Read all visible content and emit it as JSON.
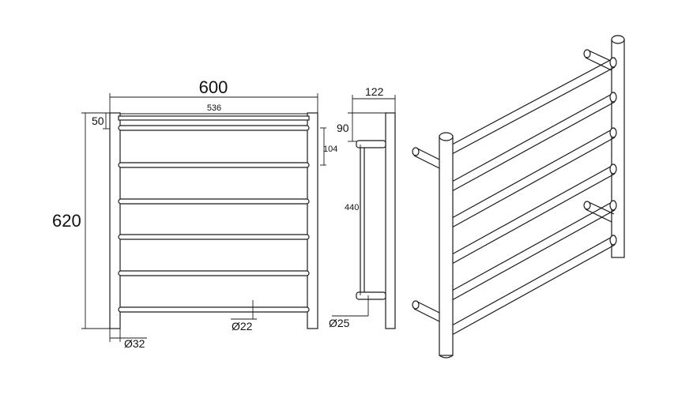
{
  "dimensions": {
    "overall_width": "600",
    "inner_width": "536",
    "overall_height": "620",
    "top_offset": "50",
    "bar_spacing": "104",
    "bar_diameter": "Ø22",
    "side_rail_diameter": "Ø32",
    "depth": "122",
    "top_bracket_offset": "90",
    "bracket_spacing": "440",
    "bracket_diameter": "Ø25"
  },
  "colors": {
    "line": "#1a1a1a",
    "background": "#ffffff"
  }
}
